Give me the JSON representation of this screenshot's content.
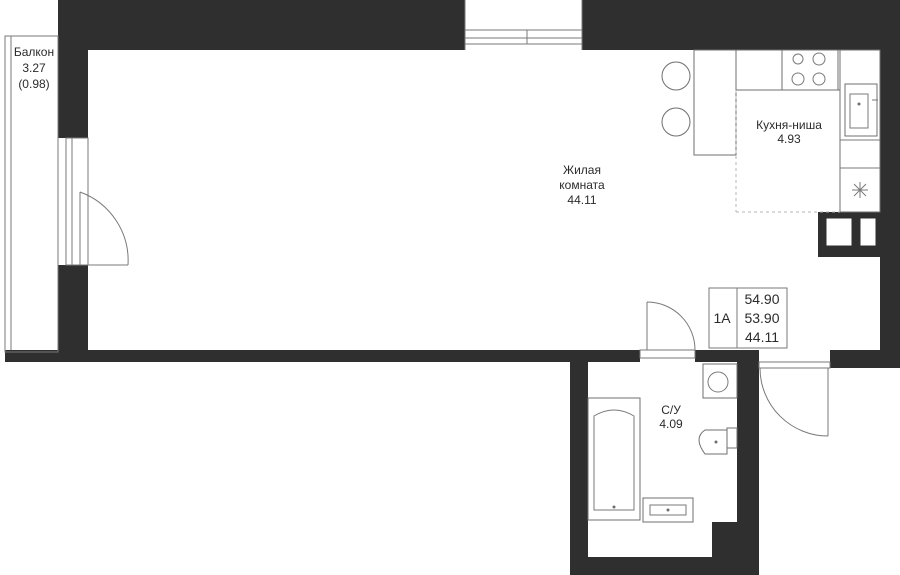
{
  "rooms": {
    "balcony": {
      "name": "Балкон",
      "area": "3.27",
      "area_reduced": "(0.98)"
    },
    "living": {
      "name_line1": "Жилая",
      "name_line2": "комната",
      "area": "44.11"
    },
    "kitchen": {
      "name": "Кухня-ниша",
      "area": "4.93"
    },
    "bathroom": {
      "name": "С/У",
      "area": "4.09"
    }
  },
  "apartment": {
    "type": "1А",
    "total_area": "54.90",
    "area_without_balcony": "53.90",
    "living_area": "44.11"
  }
}
